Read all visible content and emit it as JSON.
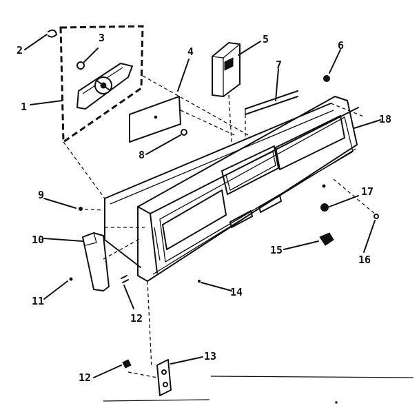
{
  "diagram": {
    "callouts": [
      {
        "id": "c1",
        "label": "1"
      },
      {
        "id": "c2",
        "label": "2"
      },
      {
        "id": "c3",
        "label": "3"
      },
      {
        "id": "c4",
        "label": "4"
      },
      {
        "id": "c5",
        "label": "5"
      },
      {
        "id": "c6",
        "label": "6"
      },
      {
        "id": "c7",
        "label": "7"
      },
      {
        "id": "c8",
        "label": "8"
      },
      {
        "id": "c9",
        "label": "9"
      },
      {
        "id": "c10",
        "label": "10"
      },
      {
        "id": "c11",
        "label": "11"
      },
      {
        "id": "c12a",
        "label": "12"
      },
      {
        "id": "c12b",
        "label": "12"
      },
      {
        "id": "c13",
        "label": "13"
      },
      {
        "id": "c14",
        "label": "14"
      },
      {
        "id": "c15",
        "label": "15"
      },
      {
        "id": "c16",
        "label": "16"
      },
      {
        "id": "c17",
        "label": "17"
      },
      {
        "id": "c18",
        "label": "18"
      }
    ]
  }
}
